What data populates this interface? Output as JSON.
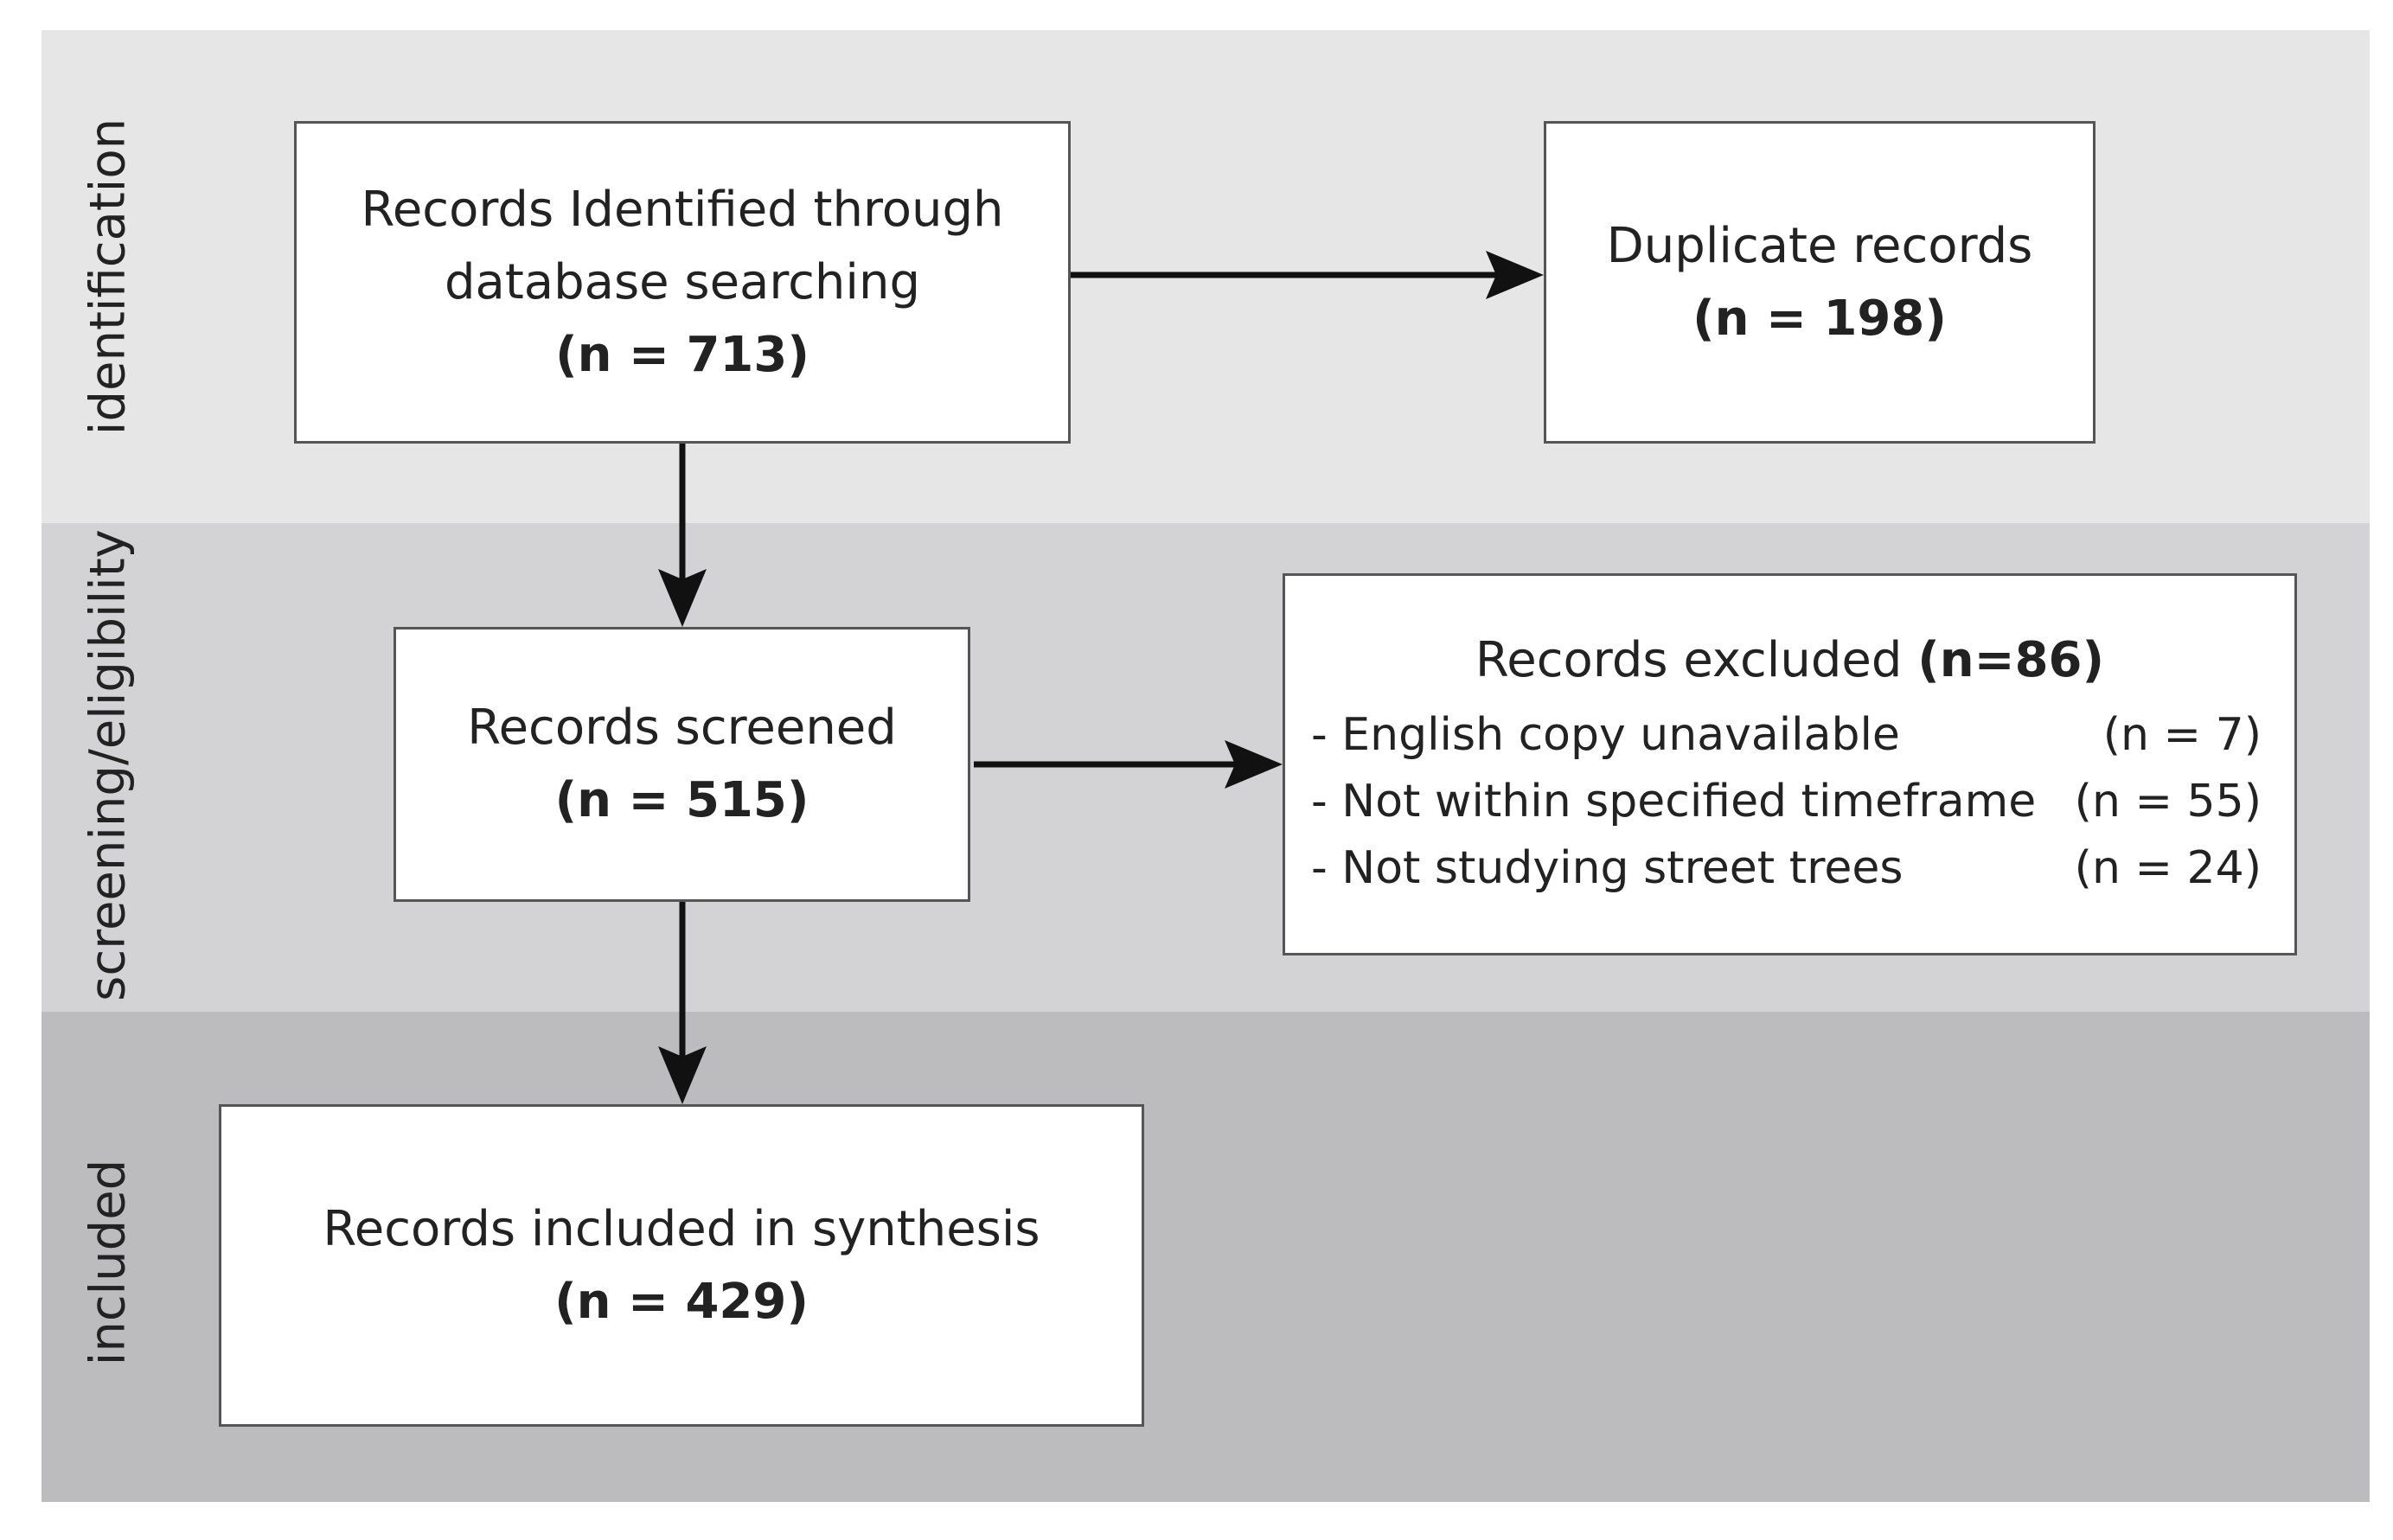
{
  "bands": {
    "identification": "identification",
    "screening": "screening/eligibility",
    "included": "included"
  },
  "identified": {
    "line1": "Records Identified through",
    "line2": "database searching",
    "count": "(n = 713)"
  },
  "duplicates": {
    "label": "Duplicate records",
    "count": "(n = 198)"
  },
  "screened": {
    "label": "Records screened",
    "count": "(n = 515)"
  },
  "excluded": {
    "title": "Records excluded ",
    "count": "(n=86)",
    "reasons": [
      {
        "text": "- English copy unavailable",
        "count": "(n = 7)"
      },
      {
        "text": "- Not within specified timeframe",
        "count": "(n = 55)"
      },
      {
        "text": "- Not studying street trees",
        "count": "(n = 24)"
      }
    ]
  },
  "included": {
    "label": "Records included in synthesis",
    "count": "(n = 429)"
  }
}
